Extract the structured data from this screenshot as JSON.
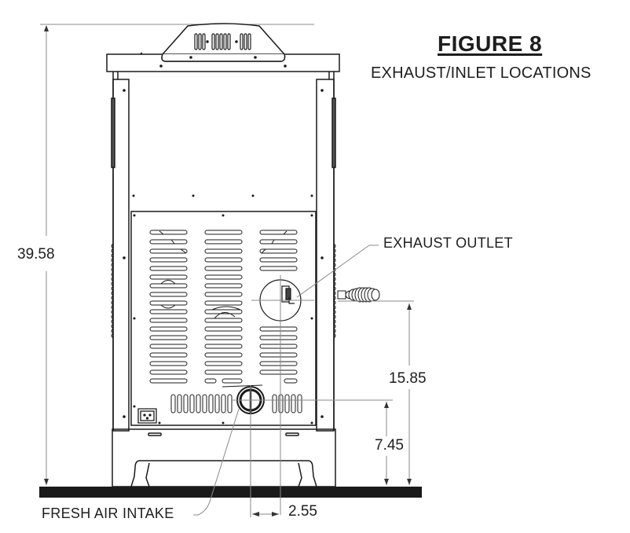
{
  "figure": {
    "title": "FIGURE 8",
    "subtitle": "EXHAUST/INLET LOCATIONS"
  },
  "callouts": {
    "exhaust_outlet": "EXHAUST OUTLET",
    "fresh_air_intake": "FRESH AIR INTAKE"
  },
  "dimensions": {
    "overall_height": "39.58",
    "exhaust_height": "15.85",
    "intake_height": "7.45",
    "intake_offset": "2.55"
  },
  "colors": {
    "line": "#1a1a1a",
    "dim_line": "#8a8a8a",
    "floor": "#1a1a1a",
    "background": "#ffffff"
  }
}
